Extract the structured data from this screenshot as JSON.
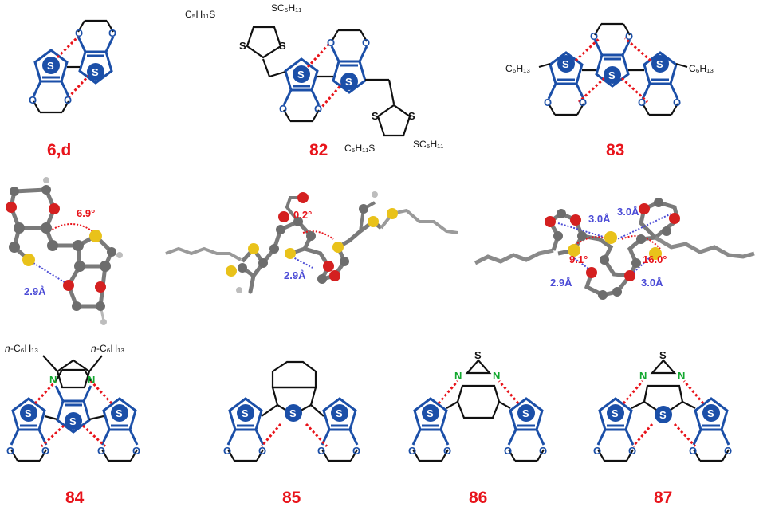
{
  "labels": {
    "c6d": "6,d",
    "c82": "82",
    "c83": "83",
    "c84": "84",
    "c85": "85",
    "c86": "86",
    "c87": "87"
  },
  "atoms": {
    "S": "S",
    "O": "O",
    "N": "N"
  },
  "substituents": {
    "c82_top_left": "C₅H₁₁S",
    "c82_top_right": "SC₅H₁₁",
    "c82_bottom_left": "C₅H₁₁S",
    "c82_bottom_right": "SC₅H₁₁",
    "c83_left": "C₆H₁₃",
    "c83_right": "C₆H₁₃",
    "c84_left_prefix": "n",
    "c84_left": "-C₆H₁₃",
    "c84_right_prefix": "n",
    "c84_right": "-C₆H₁₃"
  },
  "crystal": {
    "left_angle": "6.9°",
    "left_dist": "2.9Å",
    "mid_angle": "0.2°",
    "mid_dist": "2.9Å",
    "right_dist_top_left": "3.0Å",
    "right_dist_top_right": "3.0Å",
    "right_angle_left": "9.1°",
    "right_angle_right": "16.0°",
    "right_dist_bottom_left": "2.9Å",
    "right_dist_bottom_right": "3.0Å"
  },
  "colors": {
    "thiophene_blue": "#1b4fa8",
    "label_red": "#e8141b",
    "distance_blue": "#4b4bd6",
    "nitrogen_green": "#12a82f",
    "sulfur_yellow": "#e9c21a",
    "oxygen_red": "#d42020",
    "carbon_gray": "#6d6d6d"
  }
}
